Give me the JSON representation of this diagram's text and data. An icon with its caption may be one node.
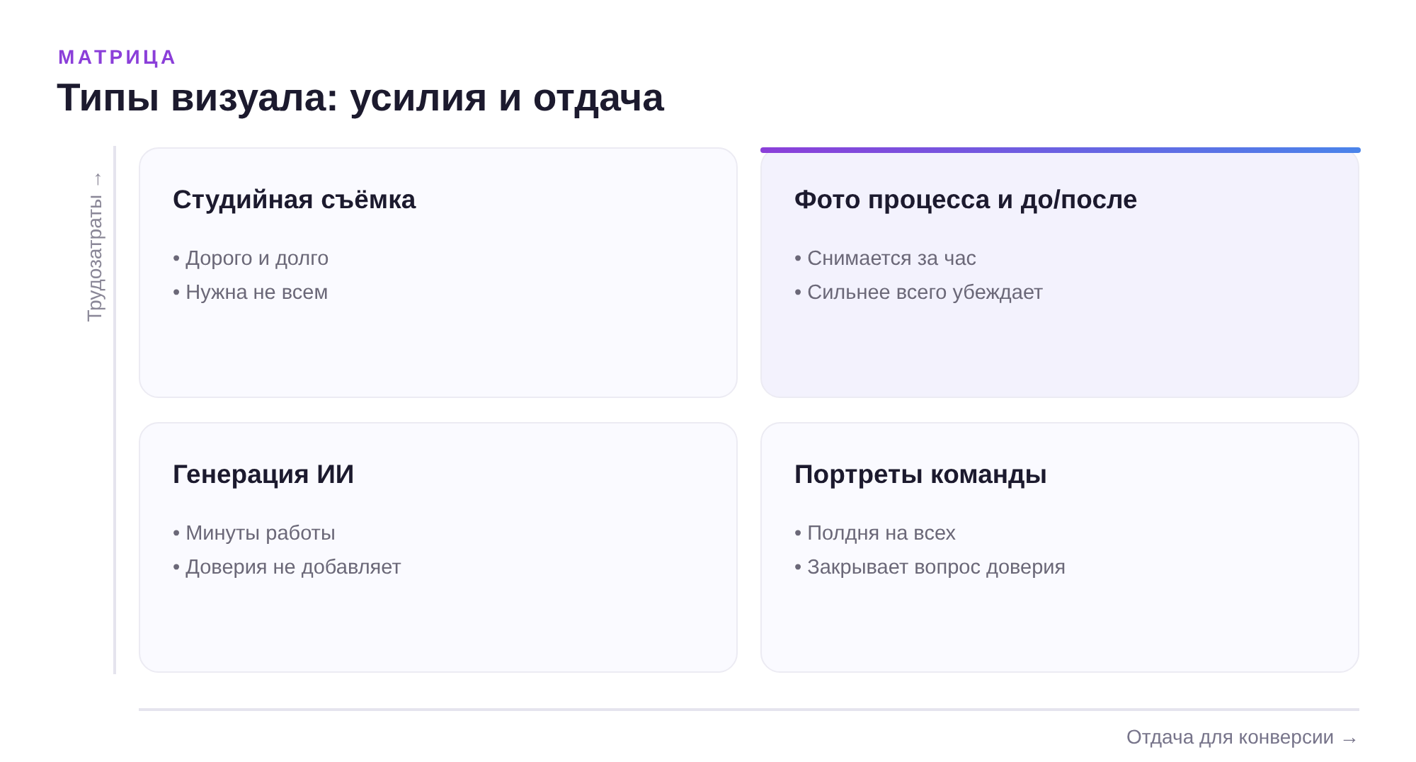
{
  "diagram": {
    "title": "Типы визуала: усилия и отдача",
    "nodes": [
      {
        "text": [
          "Студийная съёмка",
          "• Дорого и долго",
          "• Нужна не всем"
        ]
      },
      {
        "text": [
          "Фото процесса и до/после",
          "• Снимается за час",
          "• Сильнее всего убеждает"
        ]
      },
      {
        "text": [
          "Генерация ИИ",
          "• Минуты работы",
          "• Доверия не добавляет"
        ]
      },
      {
        "text": [
          "Портреты команды",
          "• Полдня на всех",
          "• Закрывает вопрос доверия"
        ]
      }
    ],
    "labels": [
      "МАТРИЦА",
      "Трудозатраты →",
      "Отдача для конверсии →"
    ]
  }
}
